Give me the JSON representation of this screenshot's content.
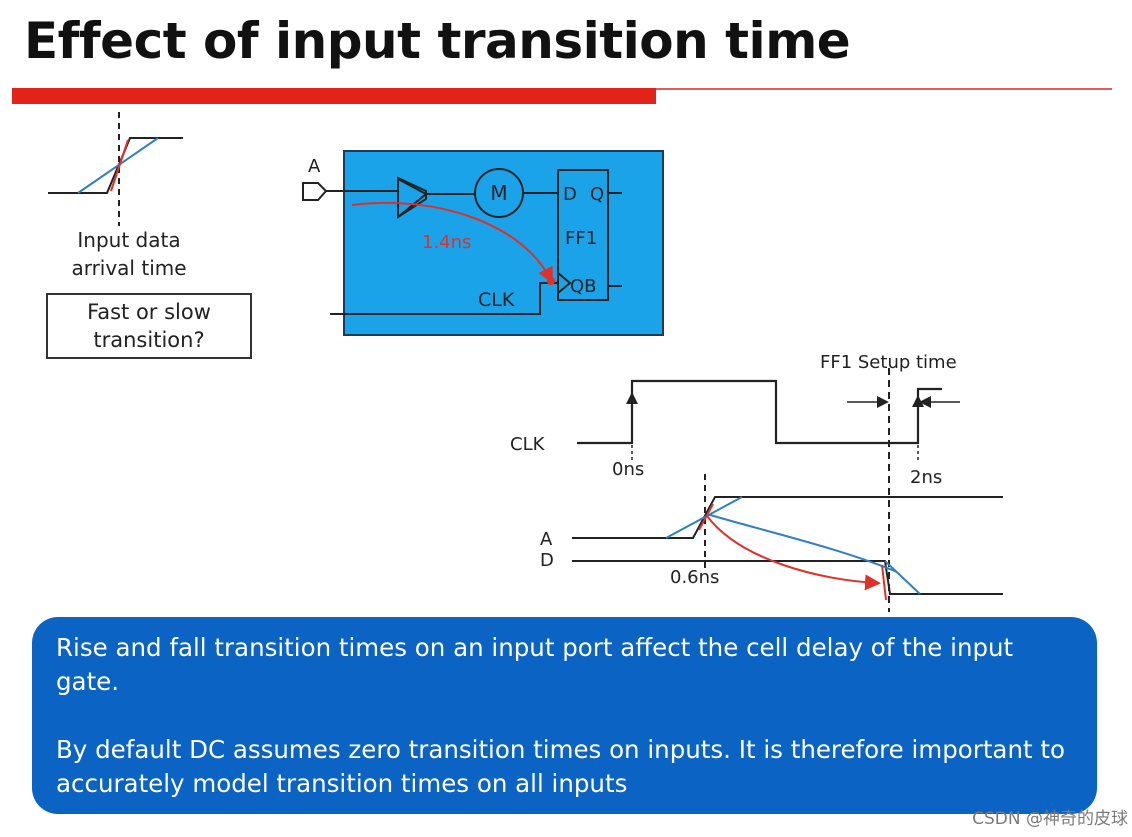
{
  "slide": {
    "title": "Effect of input transition time",
    "input_caption": [
      "Input data",
      "arrival time"
    ],
    "question": [
      "Fast or slow",
      "transition?"
    ]
  },
  "circuit": {
    "port": "A",
    "module": "M",
    "ff_d": "D",
    "ff_q": "Q",
    "ff_name": "FF1",
    "ff_qb": "QB",
    "clk": "CLK",
    "delay": "1.4ns"
  },
  "timing": {
    "setup_label": "FF1 Setup time",
    "clk_label": "CLK",
    "a_label": "A",
    "d_label": "D",
    "t0": "0ns",
    "t2": "2ns",
    "t06": "0.6ns"
  },
  "info": {
    "line1": "Rise and fall transition times on an input port affect the cell delay of the input gate.",
    "line2": "By default DC assumes zero transition times on inputs. It is therefore important to accurately model transition times on all inputs"
  },
  "watermark": "CSDN @神奇的皮球",
  "colors": {
    "accent_red": "#e2231a",
    "schematic_bg": "#1aa3e8",
    "info_bg": "#0b63c4",
    "slow_edge": "#2f7fc4",
    "fast_edge": "#e0302a"
  }
}
